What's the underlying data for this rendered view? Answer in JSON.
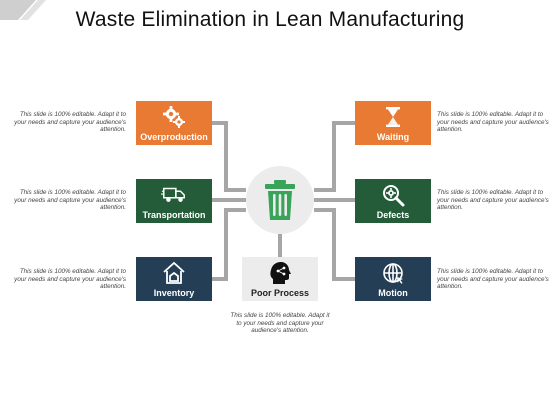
{
  "title": "Waste Elimination in Lean Manufacturing",
  "center": {
    "label": "Poor Process",
    "description": "This slide is 100% editable. Adapt it to your needs and capture your audience's attention."
  },
  "left": [
    {
      "label": "Overproduction",
      "description": "This slide is 100% editable. Adapt it to your needs and capture your audience's attention."
    },
    {
      "label": "Transportation",
      "description": "This slide is 100% editable. Adapt it to your needs and capture your audience's attention."
    },
    {
      "label": "Inventory",
      "description": "This slide is 100% editable. Adapt it to your needs and capture your audience's attention."
    }
  ],
  "right": [
    {
      "label": "Waiting",
      "description": "This slide is 100% editable. Adapt it to your needs and capture your audience's attention."
    },
    {
      "label": "Defects",
      "description": "This slide is 100% editable. Adapt it to your needs and capture your audience's attention."
    },
    {
      "label": "Motion",
      "description": "This slide is 100% editable. Adapt it to your needs and capture your audience's attention."
    }
  ],
  "colors": {
    "orange": "#e87a33",
    "green": "#245c39",
    "navy": "#243e55",
    "trash": "#3aa35a",
    "connector": "#a6a6a6"
  },
  "icons": [
    "gears-icon",
    "hourglass-icon",
    "truck-icon",
    "magnifier-gear-icon",
    "house-box-icon",
    "globe-icon",
    "trash-bin-icon",
    "head-share-icon"
  ]
}
